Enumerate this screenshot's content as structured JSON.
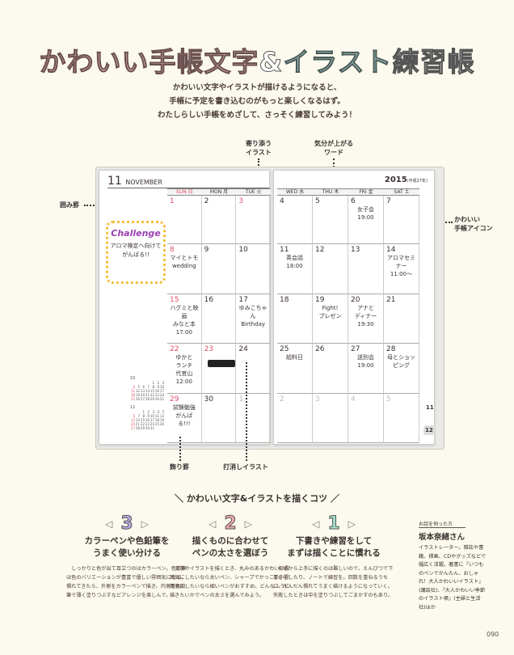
{
  "title": {
    "pink": "かわいい手帳文字",
    "amp": "&",
    "teal": "イラスト",
    "white": "練習帳"
  },
  "lead": [
    "かわいい文字やイラストが描けるようになると、",
    "手帳に予定を書き込むのがもっと楽しくなるはず。",
    "わたしらしい手帳をめざして、さっそく練習してみよう！"
  ],
  "callouts": {
    "illust": [
      "寄り添う",
      "イラスト"
    ],
    "word": [
      "気分が上がる",
      "ワード"
    ],
    "frame": "囲み罫",
    "icon": [
      "かわいい",
      "手帳アイコン"
    ],
    "deco": "飾り罫",
    "cancel": "打消しイラスト"
  },
  "planner": {
    "month_num": "11",
    "month_name": "NOVEMBER",
    "year": "2015",
    "era": "平成27年",
    "days_left": [
      "SUN 日",
      "MON 月",
      "TUE 火"
    ],
    "days_right": [
      "WED 水",
      "THU 木",
      "FRI 金",
      "SAT 土"
    ],
    "challenge": {
      "title": "Challenge",
      "text": "アロマ検定へ向けてがんばる!!"
    },
    "notes": {
      "d6": [
        "女子会",
        "19:00"
      ],
      "d8": [
        "マイとトモ",
        "wedding"
      ],
      "d11": [
        "英会話",
        "18:00"
      ],
      "d14": [
        "アロマセミナー",
        "11:00〜"
      ],
      "d15": [
        "ハグミと映画",
        "みなと本",
        "17:00"
      ],
      "d17": [
        "ゆみこちゃん",
        "Birthday"
      ],
      "d19": [
        "Fight!",
        "プレゼン"
      ],
      "d20": [
        "アナと",
        "ディナー",
        "19:30"
      ],
      "d22": [
        "ゆかと",
        "ランチ",
        "代官山 12:00"
      ],
      "d25": [
        "給料日"
      ],
      "d27": [
        "送別会",
        "19:00"
      ],
      "d28": [
        "母とショッピング"
      ],
      "d29": [
        "試験勉強",
        "がんばる!!!"
      ]
    },
    "tabs": [
      "11",
      "12"
    ],
    "mini": [
      {
        "title": "10",
        "start": 4,
        "days": 31
      },
      {
        "title": "12",
        "start": 2,
        "days": 31
      }
    ]
  },
  "tips": {
    "heading": "かわいい文字&イラストを描くコツ",
    "items": [
      {
        "num": "3",
        "title": [
          "カラーペンや色鉛筆を",
          "うまく使い分ける"
        ],
        "body": "しっかりと色が出て目立つのはカラーペン。色鉛筆は色のバリエーションが豊富で優しい雰囲気になる。慣れてきたら、外側をカラーペンで描き、内側を色鉛筆で薄く塗りつぶすなどアレンジを楽しんで。"
      },
      {
        "num": "2",
        "title": [
          "描くものに合わせて",
          "ペンの太さを選ぼう"
        ],
        "body": "文字やイラストを描くとき、丸みのあるかわいい雰囲気にしたいなら太いペン、シャープでかっこいい雰囲気にしたいなら細いペンがおすすめ。どんなふうに描きたいかでペンの太さを選んでみよう。"
      },
      {
        "num": "1",
        "title": [
          "下書きや練習をして",
          "まずは描くことに慣れる"
        ],
        "body": "初めから上手に描くのは難しいので、えんぴつで下書きをしたり、ノートで練習を。回数を重ねるうちに、だんだん慣れてうまく描けるようになっていく。失敗したときは中を塗りつぶしてごまかすのもあり。"
      }
    ]
  },
  "profile": {
    "label": "お話を伺った方",
    "name": "坂本奈緒さん",
    "body": "イラストレーター。雑誌や書籍、挿画、CDやグッズなどで幅広く活躍。著書に『いつものペンでかんたん、おしゃれ！大人かわいいイラスト』(講談社)、『大人かわいい季節のイラスト帳』(主婦と生活社)ほか"
  },
  "page_number": "090",
  "colors": {
    "pink": "#f3c5c2",
    "teal": "#bfe5dc",
    "num3": "#b9a8e0",
    "num2": "#f0a8b0",
    "num1": "#a8e0d0"
  }
}
